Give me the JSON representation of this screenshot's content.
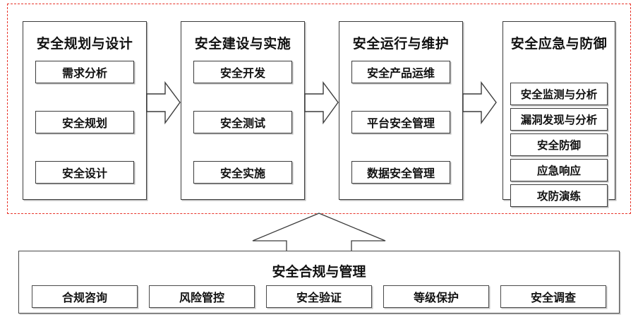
{
  "diagram": {
    "dashed_boundary_color": "#e8342a",
    "box_border_color": "#3c3c3c",
    "phases": [
      {
        "title": "安全规划与设计",
        "items": [
          "需求分析",
          "安全规划",
          "安全设计"
        ]
      },
      {
        "title": "安全建设与实施",
        "items": [
          "安全开发",
          "安全测试",
          "安全实施"
        ]
      },
      {
        "title": "安全运行与维护",
        "items": [
          "安全产品运维",
          "平台安全管理",
          "数据安全管理"
        ]
      },
      {
        "title": "安全应急与防御",
        "items": [
          "安全监测与分析",
          "漏洞发现与分析",
          "安全防御",
          "应急响应",
          "攻防演练"
        ]
      }
    ],
    "flow_arrows": [
      {
        "name": "arrow-phase1-to-phase2",
        "direction": "right"
      },
      {
        "name": "arrow-phase2-to-phase3",
        "direction": "right"
      },
      {
        "name": "arrow-phase3-to-phase4",
        "direction": "right"
      }
    ],
    "support_arrow": {
      "name": "arrow-governance-to-lifecycle",
      "direction": "up"
    },
    "governance": {
      "title": "安全合规与管理",
      "items": [
        "合规咨询",
        "风险管控",
        "安全验证",
        "等级保护",
        "安全调查"
      ]
    }
  }
}
